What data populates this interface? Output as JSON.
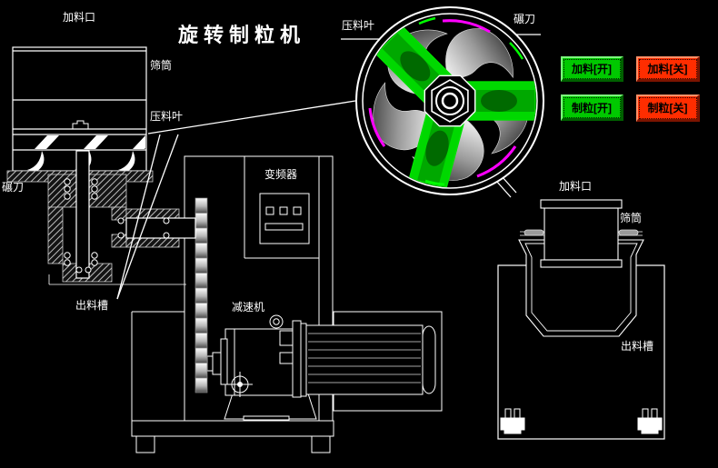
{
  "title": "旋转制粒机",
  "labels": {
    "feed_inlet_left": "加料口",
    "sieve_left": "筛筒",
    "press_blade_left": "压料叶",
    "roller_knife_left": "碾刀",
    "discharge_left": "出料槽",
    "inverter": "变频器",
    "reducer": "减速机",
    "press_blade_detail": "压料叶",
    "roller_knife_detail": "碾刀",
    "feed_inlet_right": "加料口",
    "sieve_right": "筛筒",
    "discharge_right": "出料槽"
  },
  "buttons": [
    {
      "id": "feed-on",
      "label": "加料[开]",
      "state": "on",
      "color": "#00c800"
    },
    {
      "id": "feed-off",
      "label": "加料[关]",
      "state": "off",
      "color": "#ff2d00"
    },
    {
      "id": "granulate-on",
      "label": "制粒[开]",
      "state": "on",
      "color": "#00c800"
    },
    {
      "id": "granulate-off",
      "label": "制粒[关]",
      "state": "off",
      "color": "#ff2d00"
    }
  ],
  "colors": {
    "background": "#000000",
    "line": "#ffffff",
    "blade_green": "#00b400",
    "accent_magenta": "#ff00ff",
    "button_on_green": "#00c800",
    "button_off_red": "#ff2d00"
  }
}
